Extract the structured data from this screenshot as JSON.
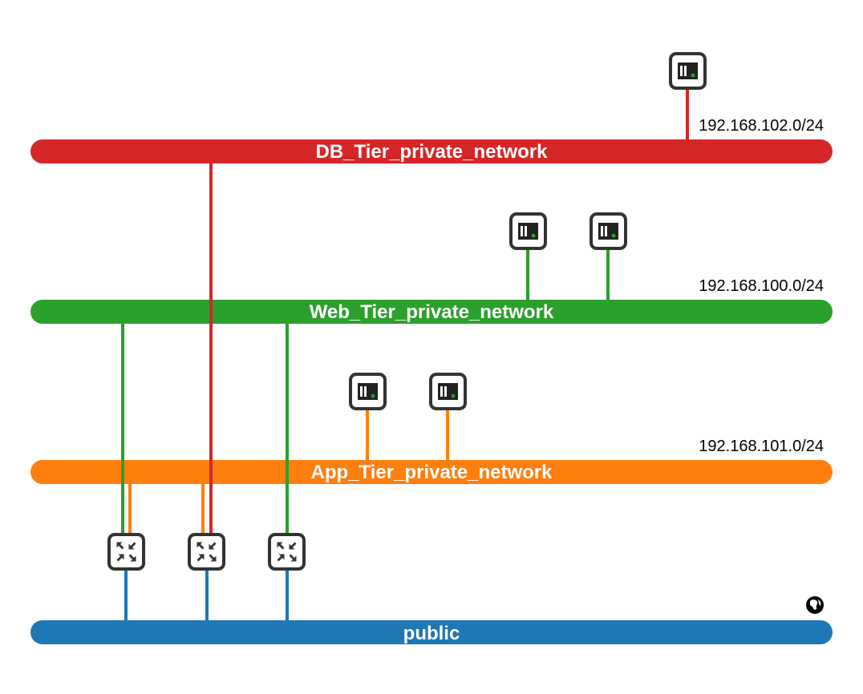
{
  "colors": {
    "db": "#d62728",
    "web": "#2ca02c",
    "app": "#ff7f0e",
    "public": "#1f77b4",
    "node_border": "#333333"
  },
  "networks": [
    {
      "id": "db",
      "name": "DB_Tier_private_network",
      "cidr": "192.168.102.0/24",
      "color": "#d62728"
    },
    {
      "id": "web",
      "name": "Web_Tier_private_network",
      "cidr": "192.168.100.0/24",
      "color": "#2ca02c"
    },
    {
      "id": "app",
      "name": "App_Tier_private_network",
      "cidr": "192.168.101.0/24",
      "color": "#ff7f0e"
    },
    {
      "id": "public",
      "name": "public",
      "cidr": "",
      "color": "#1f77b4",
      "icon": "globe-icon"
    }
  ],
  "instances": [
    {
      "id": "instance-db-1",
      "network": "db",
      "icon": "instance-icon"
    },
    {
      "id": "instance-web-1",
      "network": "web",
      "icon": "instance-icon"
    },
    {
      "id": "instance-web-2",
      "network": "web",
      "icon": "instance-icon"
    },
    {
      "id": "instance-app-1",
      "network": "app",
      "icon": "instance-icon"
    },
    {
      "id": "instance-app-2",
      "network": "app",
      "icon": "instance-icon"
    }
  ],
  "routers": [
    {
      "id": "router-1",
      "networks": [
        "web",
        "app",
        "public"
      ],
      "icon": "router-icon"
    },
    {
      "id": "router-2",
      "networks": [
        "db",
        "app",
        "public"
      ],
      "icon": "router-icon"
    },
    {
      "id": "router-3",
      "networks": [
        "web",
        "public"
      ],
      "icon": "router-icon"
    }
  ]
}
